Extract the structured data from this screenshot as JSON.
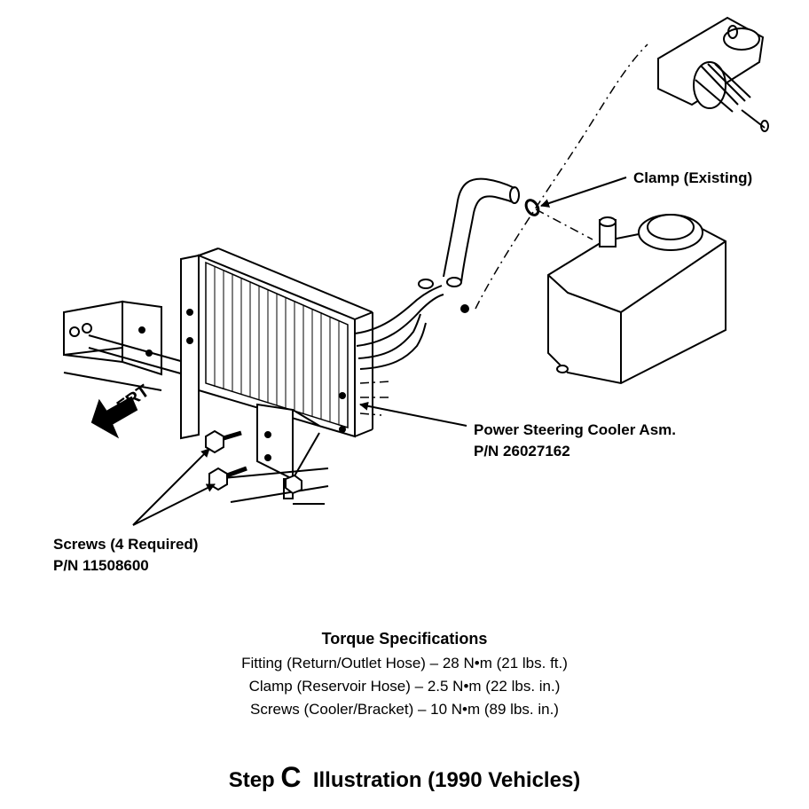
{
  "labels": {
    "clamp": "Clamp (Existing)",
    "cooler_name": "Power Steering Cooler Asm.",
    "cooler_pn": "P/N 26027162",
    "screws_name": "Screws (4 Required)",
    "screws_pn": "P/N 11508600",
    "frt": "FRT"
  },
  "torque": {
    "title": "Torque Specifications",
    "lines": [
      "Fitting (Return/Outlet Hose) – 28 N•m (21 lbs. ft.)",
      "Clamp (Reservoir Hose) – 2.5 N•m (22 lbs. in.)",
      "Screws (Cooler/Bracket) – 10 N•m (89 lbs. in.)"
    ]
  },
  "caption": {
    "prefix": "Step ",
    "step_letter": "C",
    "suffix": "  Illustration (1990 Vehicles)"
  }
}
